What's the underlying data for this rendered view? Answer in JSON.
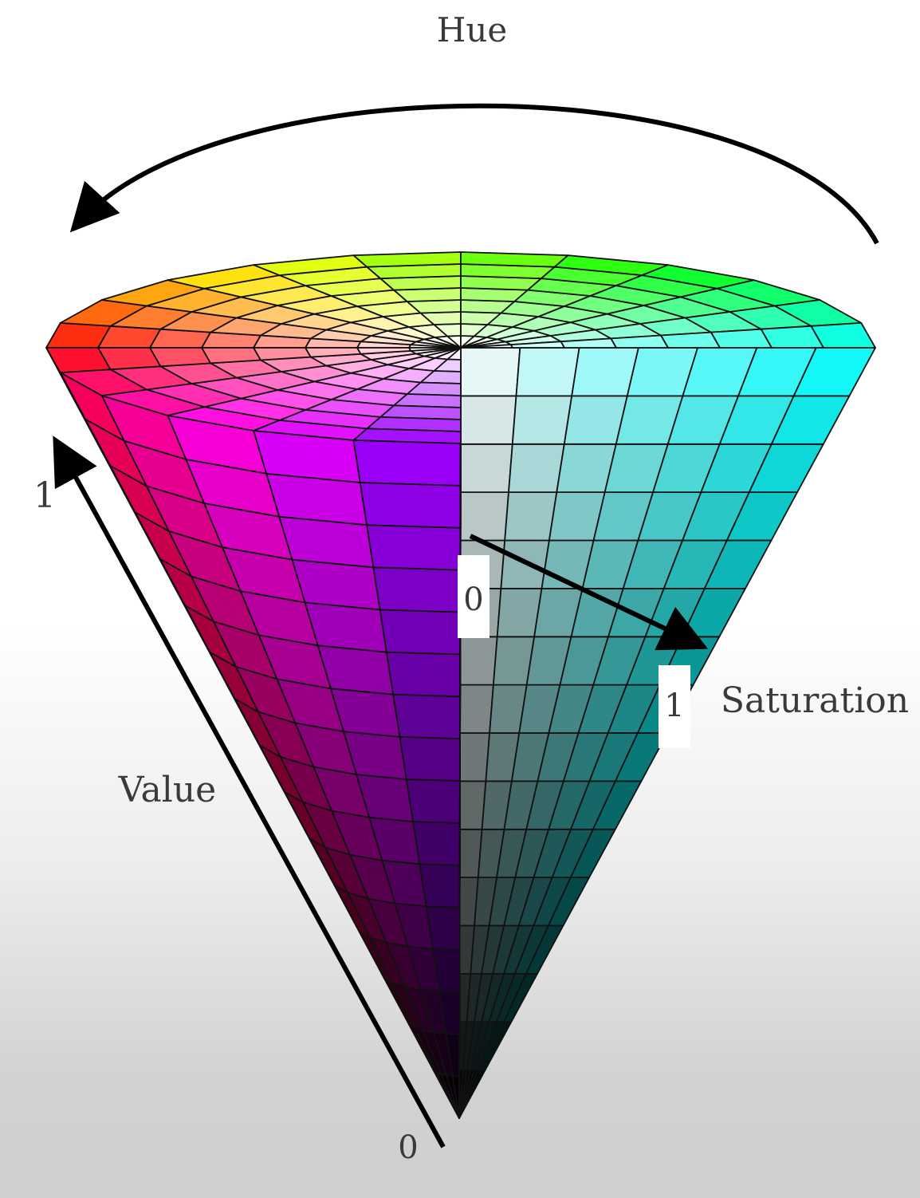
{
  "diagram": {
    "labels": {
      "hue": "Hue",
      "value": "Value",
      "saturation": "Saturation",
      "value_top": "1",
      "value_bottom": "0",
      "saturation_start": "0",
      "saturation_end": "1"
    },
    "model": {
      "hue_segments": 24,
      "saturation_rings": 8,
      "value_bands": 16,
      "cutaway_hue_start_deg": 180,
      "cutaway_hue_end_deg": 270
    },
    "colors": {
      "grid_line": "#111111",
      "axis_arrow": "#000000",
      "label_text": "#3a3a3a"
    }
  }
}
